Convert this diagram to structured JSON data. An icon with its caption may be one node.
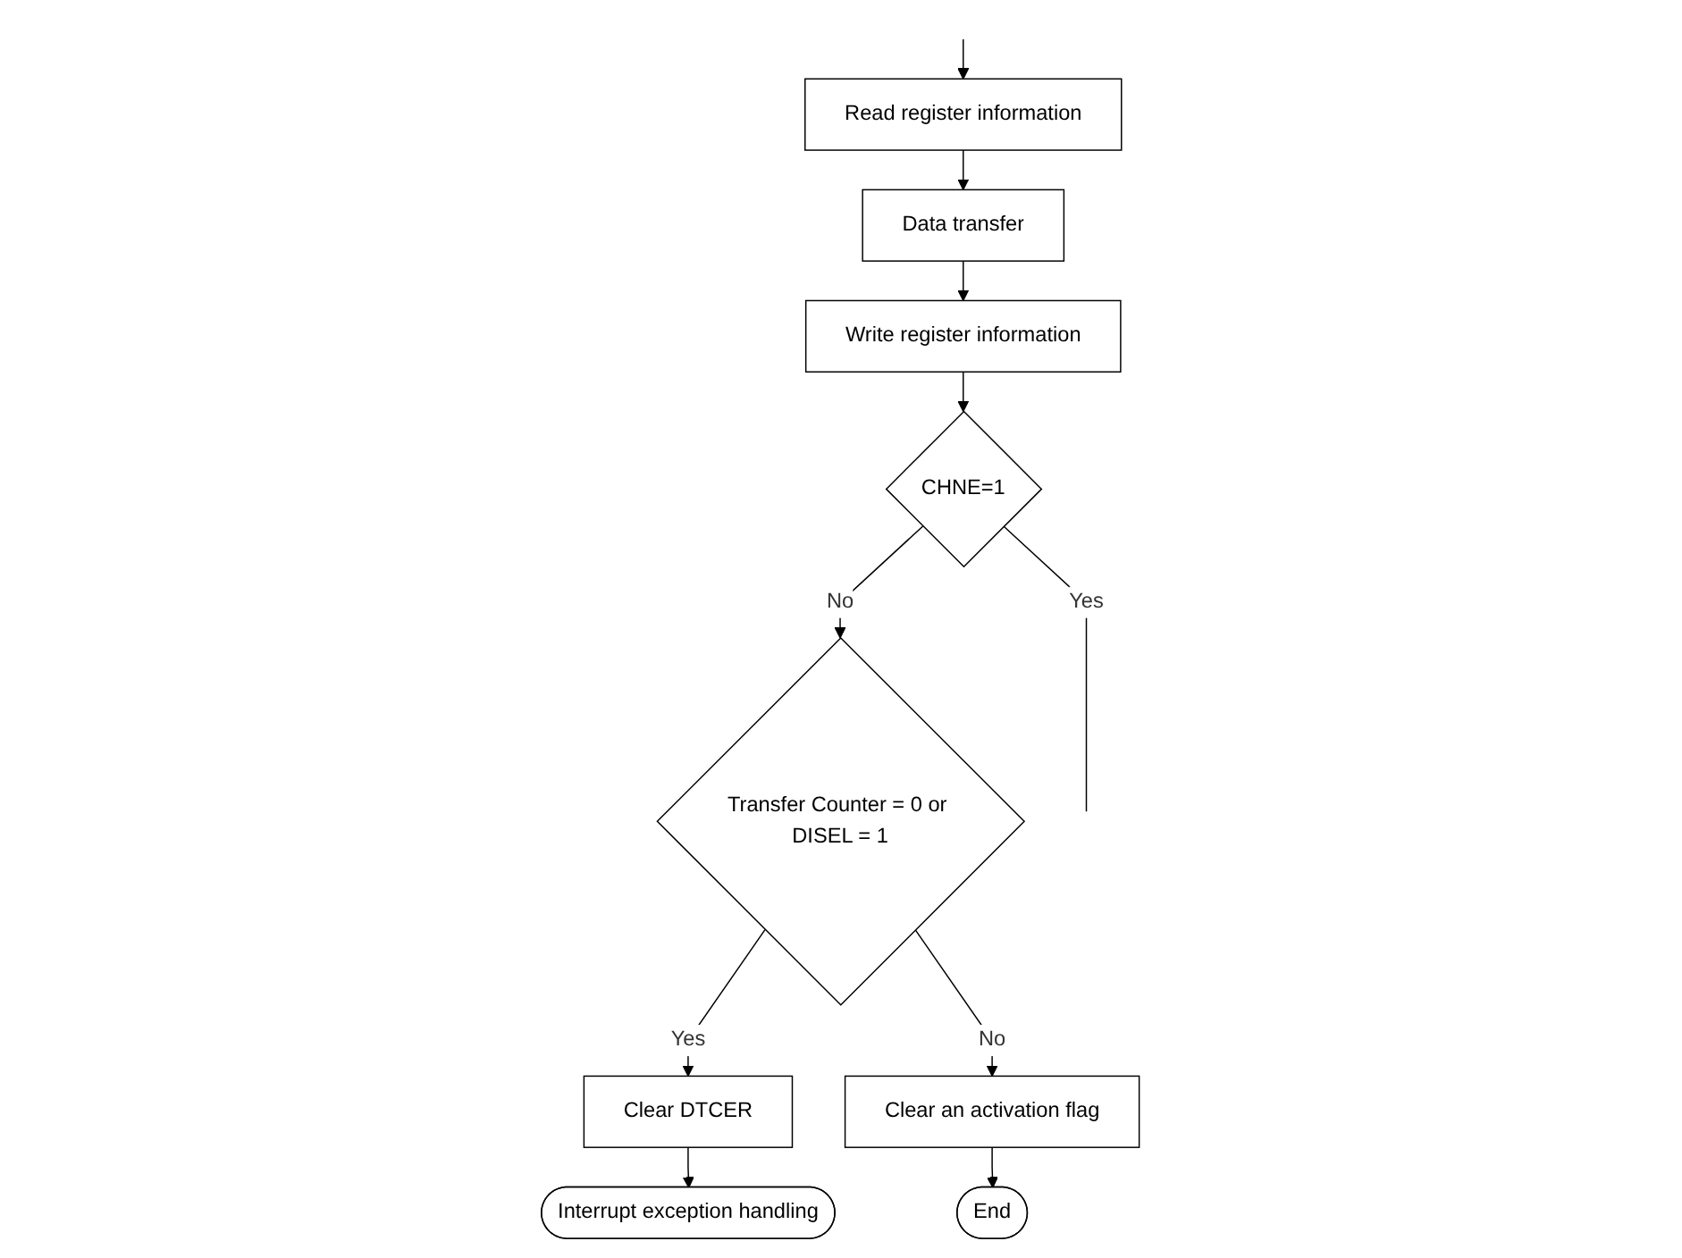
{
  "diagram": {
    "nodes": [
      {
        "text": [
          "Read register information"
        ]
      },
      {
        "text": [
          "Data transfer"
        ]
      },
      {
        "text": [
          "Write register information"
        ]
      },
      {
        "text": [
          "CHNE=1"
        ]
      },
      {
        "text": [
          "Transfer Counter = 0 or DISEL = 1"
        ]
      },
      {
        "text": [
          "Clear an activation flag"
        ]
      },
      {
        "text": [
          "Clear DTCER"
        ]
      },
      {
        "text": [
          "End"
        ]
      },
      {
        "text": [
          "Interrupt exception handling"
        ]
      }
    ],
    "edges": [
      {
        "from": null,
        "to": 0,
        "arrow": "to"
      },
      {
        "from": 0,
        "to": 1,
        "arrow": "to"
      },
      {
        "from": 1,
        "to": 2,
        "arrow": "to"
      },
      {
        "from": 2,
        "to": 3,
        "arrow": "to"
      },
      {
        "from": 3,
        "to": null,
        "arrow": "none",
        "label": "Yes"
      },
      {
        "from": 3,
        "to": 4,
        "arrow": "to",
        "label": "No"
      },
      {
        "from": 4,
        "to": 6,
        "arrow": "to",
        "label": "Yes"
      },
      {
        "from": 4,
        "to": 5,
        "arrow": "to",
        "label": "No"
      },
      {
        "from": 5,
        "to": 7,
        "arrow": "to"
      },
      {
        "from": 6,
        "to": 8,
        "arrow": "to"
      }
    ]
  }
}
